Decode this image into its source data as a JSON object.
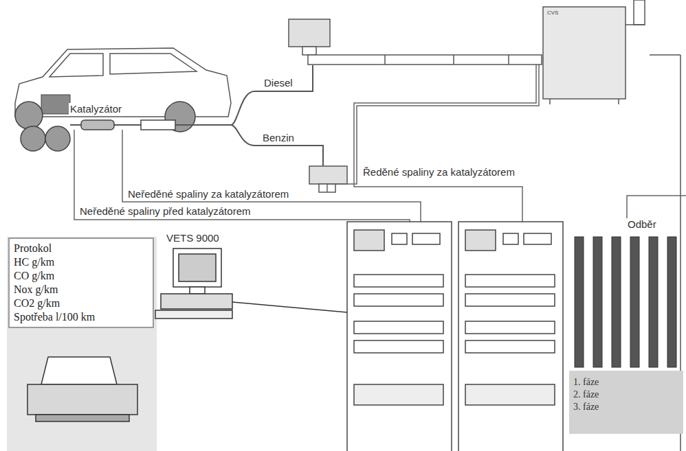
{
  "diagram": {
    "nodes": [
      {
        "text": [
          "Protokol",
          "HC g/km",
          "CO g/km",
          "Nox g/km",
          "CO2 g/km",
          "Spotřeba l/100 km"
        ]
      },
      {
        "text": [
          "CVS"
        ]
      },
      {
        "text": [
          "Odběr",
          "1. fáze",
          "2. fáze",
          "3. fáze"
        ]
      }
    ],
    "labels": [
      "Katalyzátor",
      "Diesel",
      "Benzin",
      "Ředěné spaliny za katalyzátorem",
      "Neředěné spaliny za katalyzátorem",
      "Neředěné spaliny před katalyzátorem",
      "VETS 9000"
    ]
  }
}
